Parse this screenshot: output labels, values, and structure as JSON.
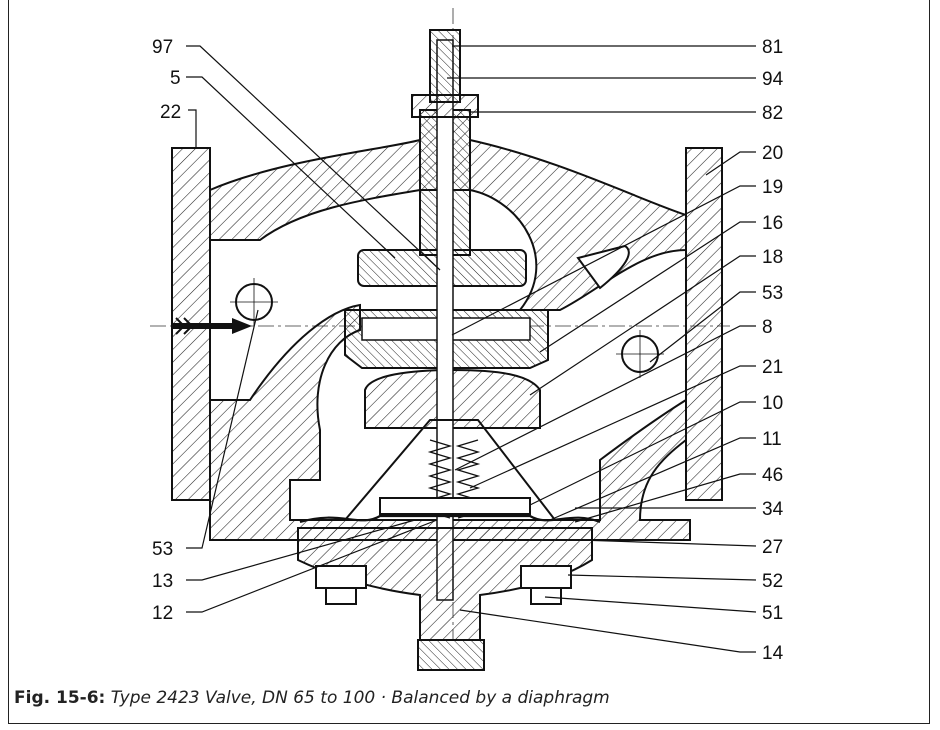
{
  "caption": {
    "label": "Fig. 15-6:",
    "text": "Type 2423 Valve, DN 65 to 100 · Balanced by a diaphragm"
  },
  "callouts": {
    "left": [
      "97",
      "5",
      "22",
      "53",
      "13",
      "12"
    ],
    "right": [
      "81",
      "94",
      "82",
      "20",
      "19",
      "16",
      "18",
      "53",
      "8",
      "21",
      "10",
      "11",
      "46",
      "34",
      "27",
      "52",
      "51",
      "14"
    ]
  }
}
